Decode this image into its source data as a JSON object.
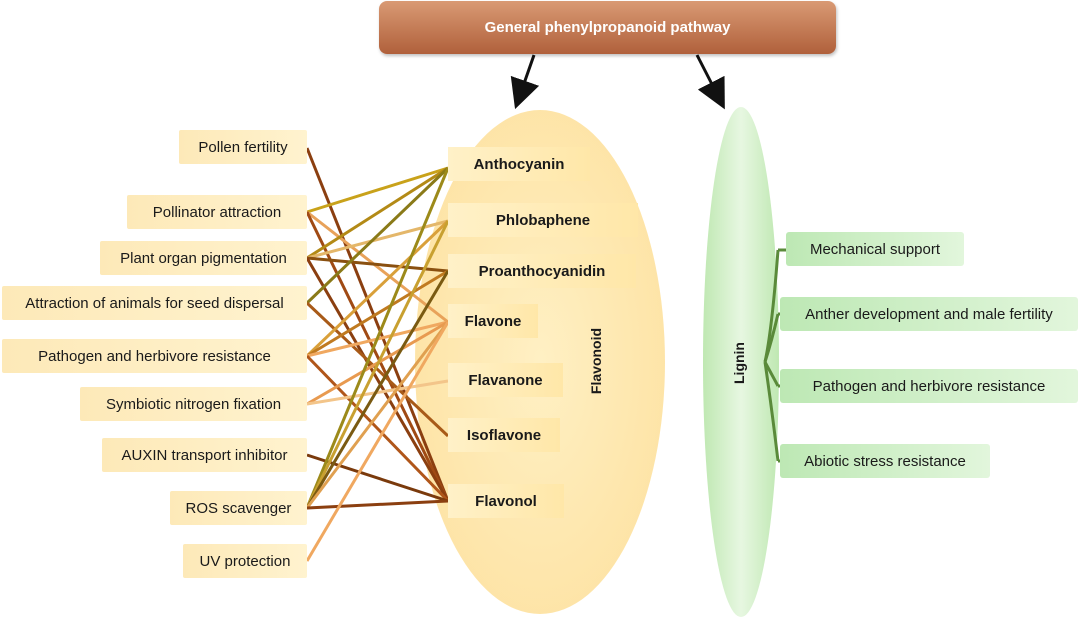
{
  "header": "General phenylpropanoid pathway",
  "flavonoid_label": "Flavonoid",
  "lignin_label": "Lignin",
  "functions_left": [
    "Pollen fertility",
    "Pollinator attraction",
    "Plant organ pigmentation",
    "Attraction of animals for seed dispersal",
    "Pathogen and herbivore resistance",
    "Symbiotic nitrogen fixation",
    "AUXIN transport inhibitor",
    "ROS scavenger",
    "UV protection"
  ],
  "flavonoids": [
    "Anthocyanin",
    "Phlobaphene",
    "Proanthocyanidin",
    "Flavone",
    "Flavanone",
    "Isoflavone",
    "Flavonol"
  ],
  "lignin_functions": [
    "Mechanical support",
    "Anther development and male fertility",
    "Pathogen and herbivore resistance",
    "Abiotic stress resistance"
  ],
  "links": [
    {
      "from": 0,
      "to": 6,
      "color": "#8b3f10"
    },
    {
      "from": 1,
      "to": 0,
      "color": "#c9a21a"
    },
    {
      "from": 1,
      "to": 3,
      "color": "#e8a25a"
    },
    {
      "from": 1,
      "to": 6,
      "color": "#a04a14"
    },
    {
      "from": 2,
      "to": 0,
      "color": "#b38a16"
    },
    {
      "from": 2,
      "to": 1,
      "color": "#e4b76a"
    },
    {
      "from": 2,
      "to": 2,
      "color": "#8a5010"
    },
    {
      "from": 2,
      "to": 6,
      "color": "#8b3f10"
    },
    {
      "from": 3,
      "to": 0,
      "color": "#8a7a18"
    },
    {
      "from": 3,
      "to": 5,
      "color": "#a85a18"
    },
    {
      "from": 4,
      "to": 1,
      "color": "#d9a03a"
    },
    {
      "from": 4,
      "to": 2,
      "color": "#c07a20"
    },
    {
      "from": 4,
      "to": 3,
      "color": "#f0a860"
    },
    {
      "from": 4,
      "to": 6,
      "color": "#b0561a"
    },
    {
      "from": 5,
      "to": 3,
      "color": "#e89a50"
    },
    {
      "from": 5,
      "to": 4,
      "color": "#f3c58a"
    },
    {
      "from": 6,
      "to": 6,
      "color": "#7a3a0c"
    },
    {
      "from": 7,
      "to": 0,
      "color": "#9c8a1a"
    },
    {
      "from": 7,
      "to": 1,
      "color": "#c8a030"
    },
    {
      "from": 7,
      "to": 2,
      "color": "#7a5a12"
    },
    {
      "from": 7,
      "to": 3,
      "color": "#e0a050"
    },
    {
      "from": 7,
      "to": 6,
      "color": "#8b3f10"
    },
    {
      "from": 8,
      "to": 3,
      "color": "#f0a860"
    }
  ]
}
